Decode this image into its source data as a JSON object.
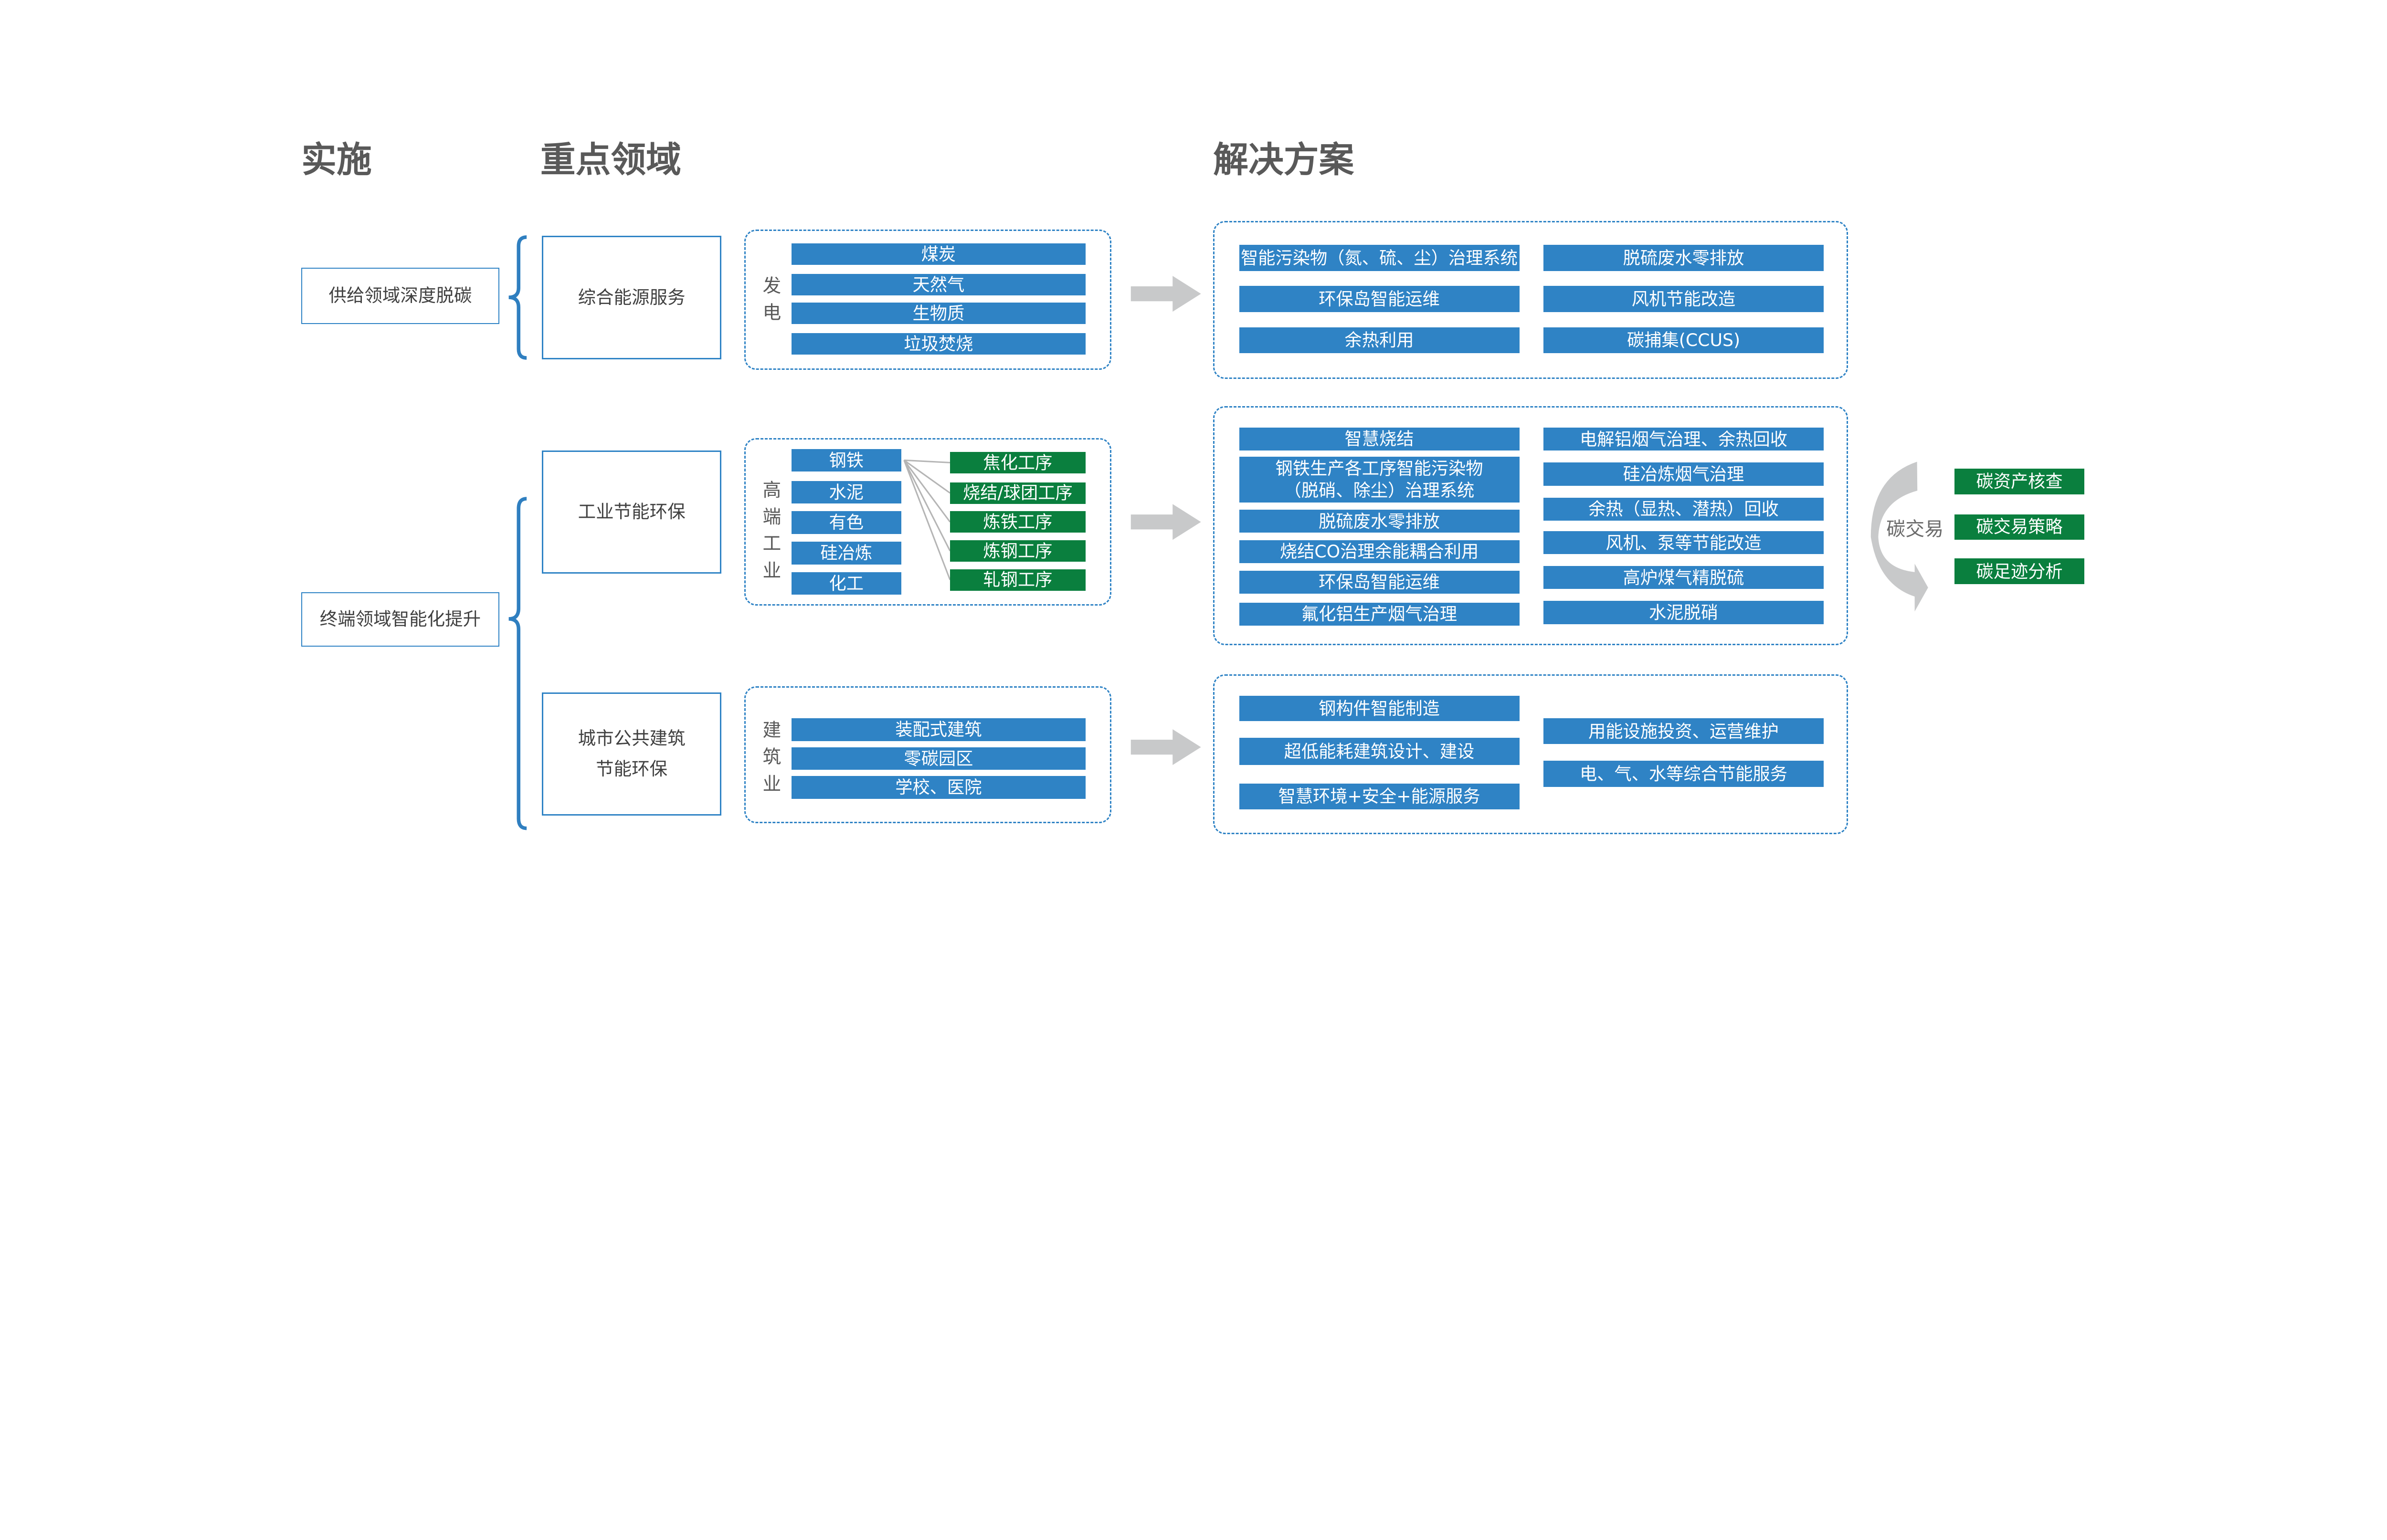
{
  "headers": {
    "implement": "实施",
    "focus": "重点领域",
    "solution": "解决方案"
  },
  "implement": [
    "供给领域深度脱碳",
    "终端领域智能化提升"
  ],
  "focus": [
    "综合能源服务",
    "工业节能环保",
    "城市公共建筑节能环保"
  ],
  "focus_lines": {
    "city_1": "城市公共建筑",
    "city_2": "节能环保"
  },
  "power": {
    "label": "发电",
    "items": [
      "煤炭",
      "天然气",
      "生物质",
      "垃圾焚烧"
    ]
  },
  "industry": {
    "label": "高端工业",
    "items": [
      "钢铁",
      "水泥",
      "有色",
      "硅冶炼",
      "化工"
    ],
    "steel_processes": [
      "焦化工序",
      "烧结/球团工序",
      "炼铁工序",
      "炼钢工序",
      "轧钢工序"
    ]
  },
  "building": {
    "label": "建筑业",
    "items": [
      "装配式建筑",
      "零碳园区",
      "学校、医院"
    ]
  },
  "solutions": {
    "power": {
      "left": [
        "智能污染物（氮、硫、尘）治理系统",
        "环保岛智能运维",
        "余热利用"
      ],
      "right": [
        "脱硫废水零排放",
        "风机节能改造",
        "碳捕集(CCUS)"
      ]
    },
    "industry": {
      "left": [
        "智慧烧结",
        "钢铁生产各工序智能污染物",
        "（脱硝、除尘）治理系统",
        "脱硫废水零排放",
        "烧结CO治理余能耦合利用",
        "环保岛智能运维",
        "氟化铝生产烟气治理"
      ],
      "right": [
        "电解铝烟气治理、余热回收",
        "硅冶炼烟气治理",
        "余热（显热、潜热）回收",
        "风机、泵等节能改造",
        "高炉煤气精脱硫",
        "水泥脱硝"
      ]
    },
    "building": {
      "left": [
        "钢构件智能制造",
        "超低能耗建筑设计、建设",
        "智慧环境+安全+能源服务"
      ],
      "right": [
        "用能设施投资、运营维护",
        "电、气、水等综合节能服务"
      ]
    }
  },
  "carbon": {
    "label": "碳交易",
    "items": [
      "碳资产核查",
      "碳交易策略",
      "碳足迹分析"
    ]
  },
  "colors": {
    "blue": "#2f83c5",
    "green": "#0a7f3e",
    "gray": "#c8c9ca",
    "text": "#595959"
  }
}
